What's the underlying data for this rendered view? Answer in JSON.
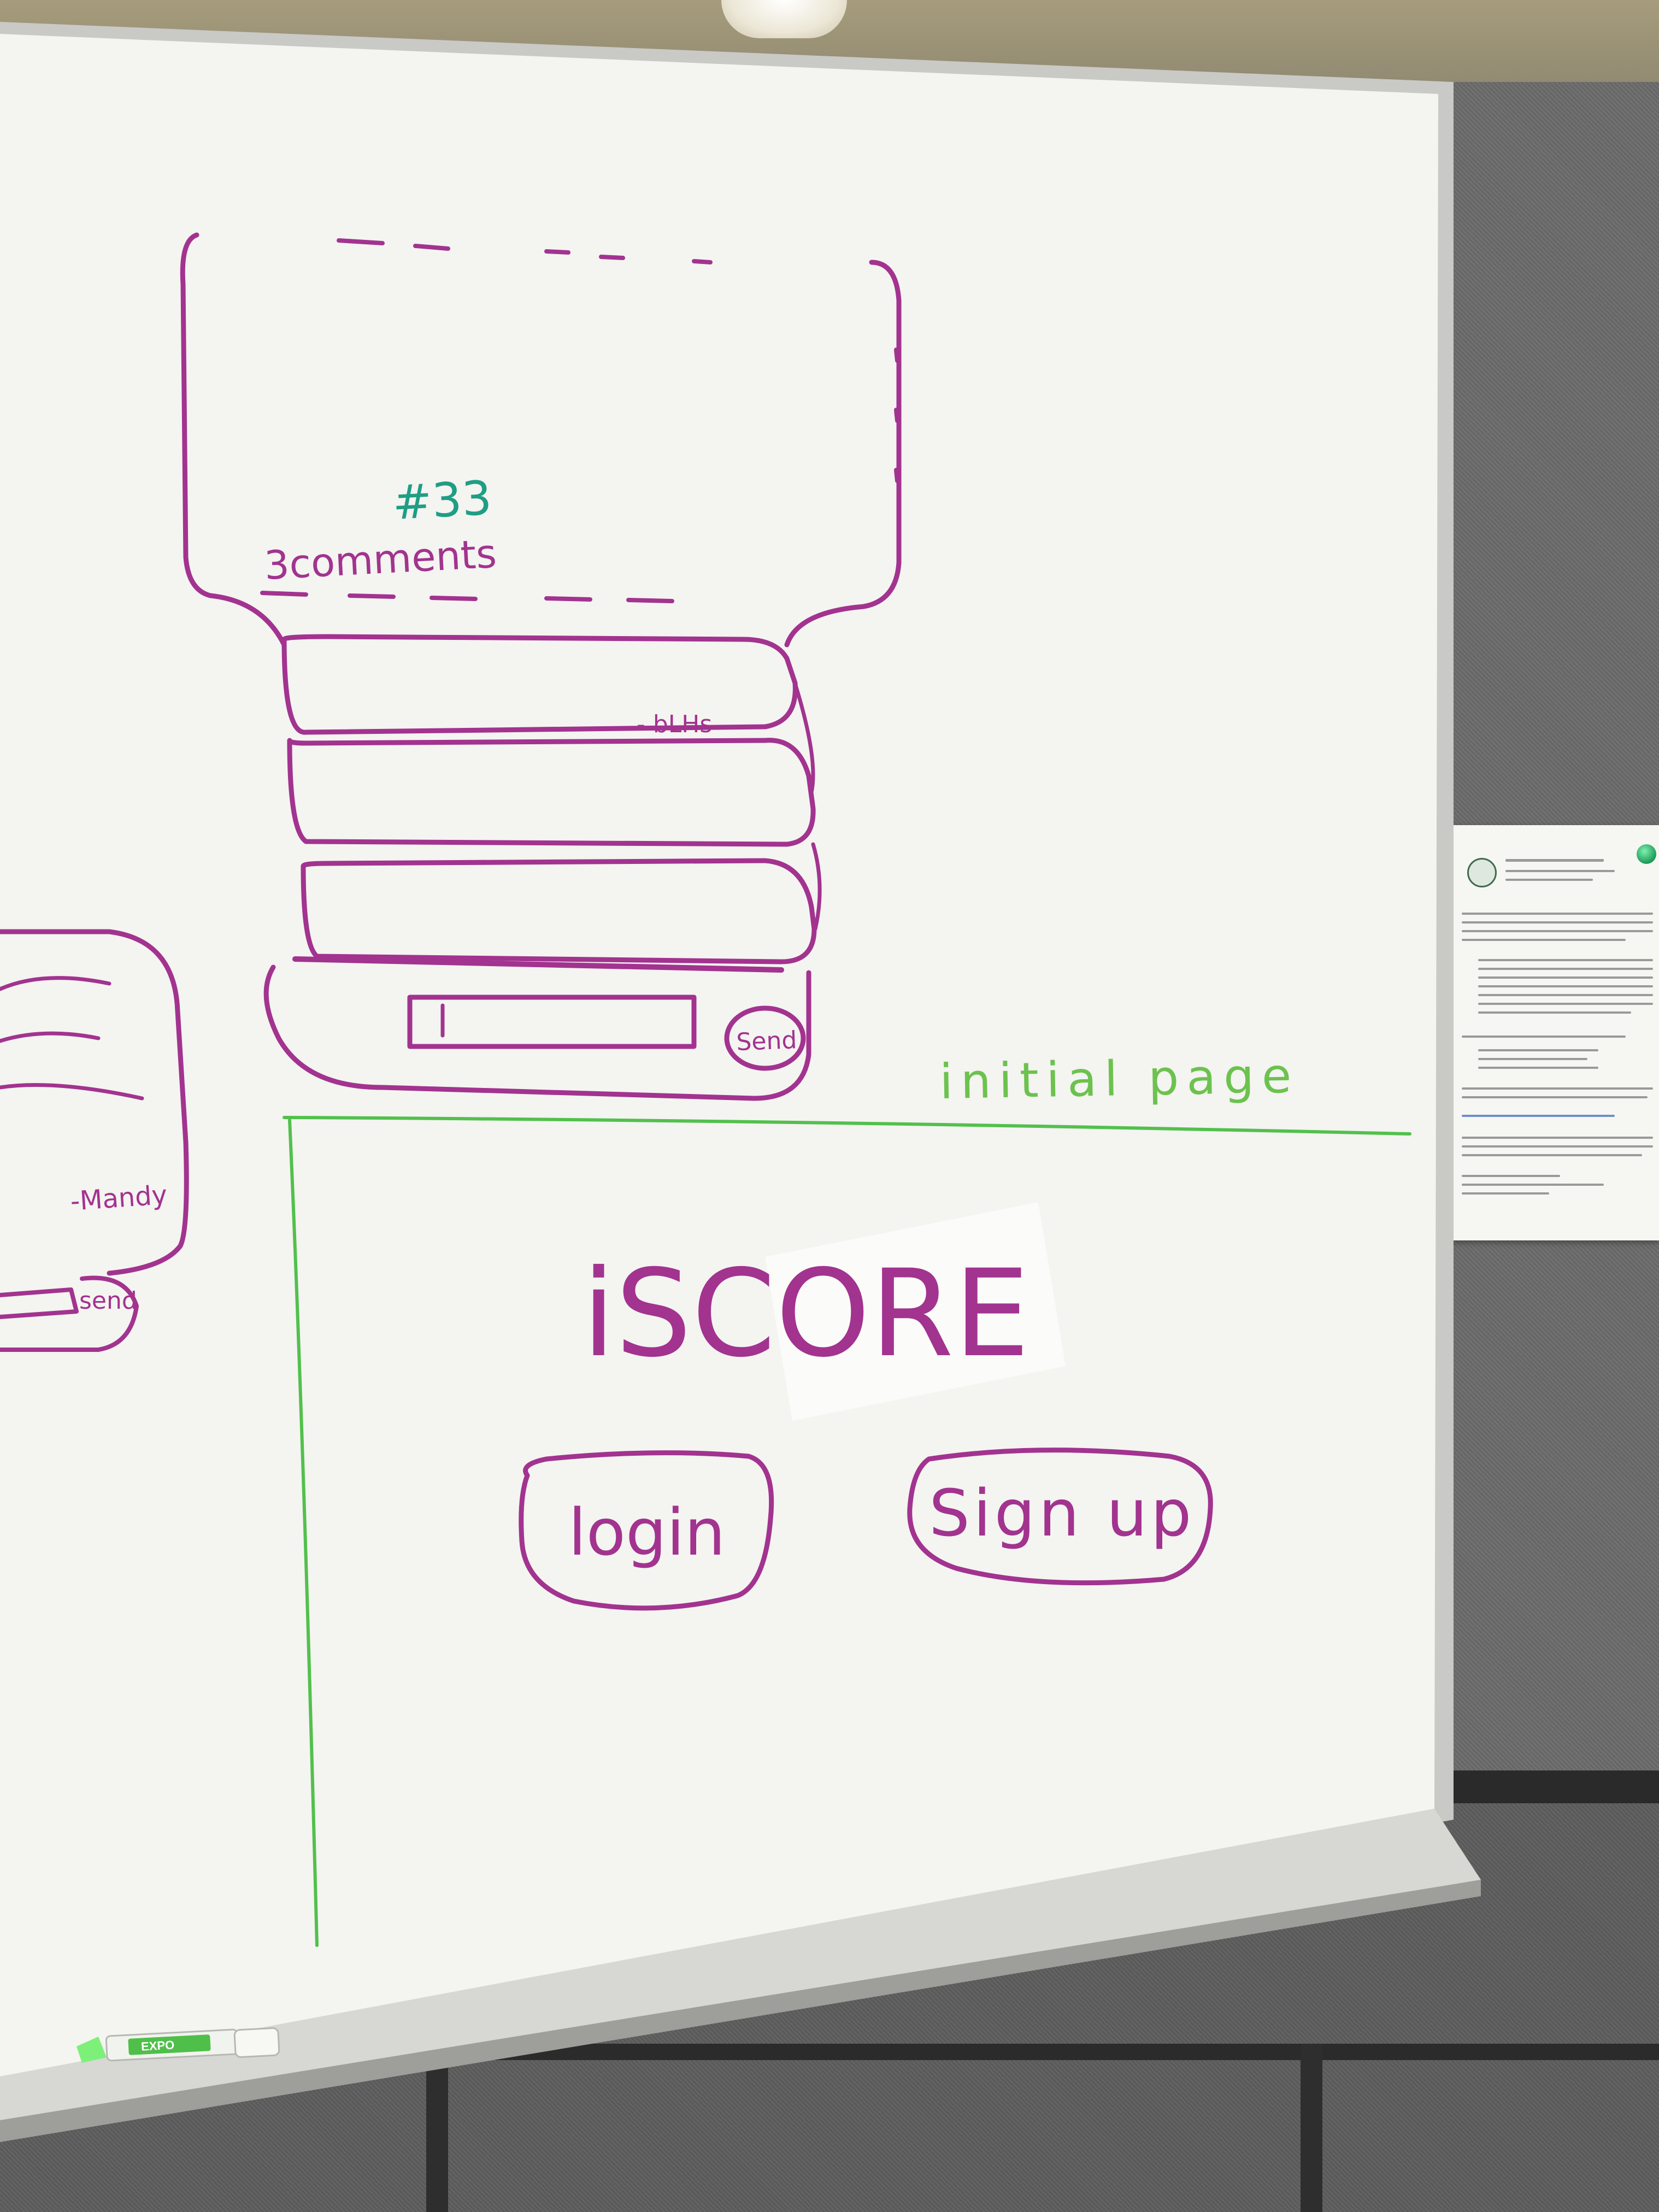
{
  "whiteboard": {
    "mockup_top": {
      "post_count": "#33",
      "comments_label": "3comments",
      "comment_author": "- bLHs",
      "send_label": "Send"
    },
    "mockup_left": {
      "comment_author": "-Mandy",
      "send_label": "send"
    },
    "section_heading": "initial page",
    "app_title": "iSCORE",
    "login_label": "login",
    "signup_label": "Sign up"
  },
  "marker": {
    "brand": "EXPO"
  },
  "colors": {
    "magenta_marker": "#a2338f",
    "green_marker": "#52c04c",
    "teal_marker": "#1f9e84",
    "board_white": "#f4f4f1"
  }
}
